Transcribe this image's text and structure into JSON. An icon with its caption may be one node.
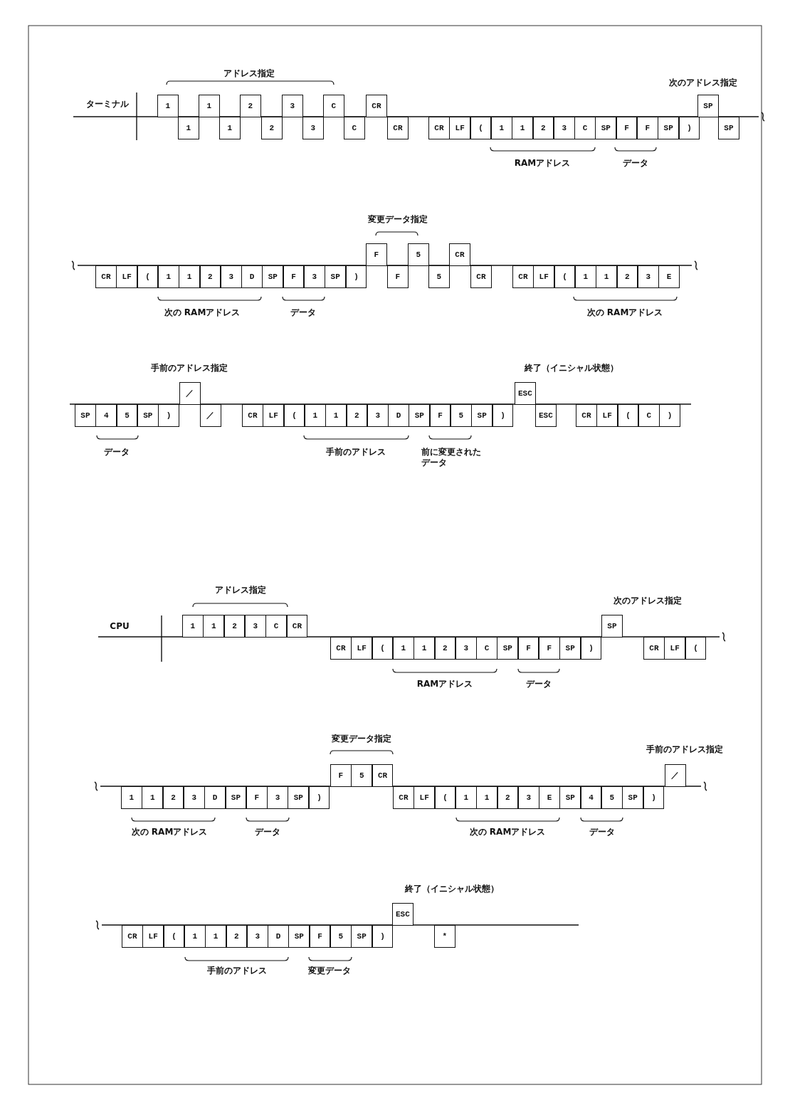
{
  "diagram": {
    "nodes": [
      {
        "text": [
          "1"
        ]
      },
      {
        "text": [
          "1"
        ]
      },
      {
        "text": [
          "1"
        ]
      },
      {
        "text": [
          "1"
        ]
      },
      {
        "text": [
          "2"
        ]
      },
      {
        "text": [
          "2"
        ]
      },
      {
        "text": [
          "3"
        ]
      },
      {
        "text": [
          "3"
        ]
      },
      {
        "text": [
          "C"
        ]
      },
      {
        "text": [
          "C"
        ]
      },
      {
        "text": [
          "CR"
        ]
      },
      {
        "text": [
          "CR"
        ]
      },
      {
        "text": [
          "CR"
        ]
      },
      {
        "text": [
          "LF"
        ]
      },
      {
        "text": [
          "("
        ]
      },
      {
        "text": [
          "1"
        ]
      },
      {
        "text": [
          "1"
        ]
      },
      {
        "text": [
          "2"
        ]
      },
      {
        "text": [
          "3"
        ]
      },
      {
        "text": [
          "C"
        ]
      },
      {
        "text": [
          "SP"
        ]
      },
      {
        "text": [
          "F"
        ]
      },
      {
        "text": [
          "F"
        ]
      },
      {
        "text": [
          "SP"
        ]
      },
      {
        "text": [
          ")"
        ]
      },
      {
        "text": [
          "SP"
        ]
      },
      {
        "text": [
          "SP"
        ]
      },
      {
        "text": [
          "CR"
        ]
      },
      {
        "text": [
          "LF"
        ]
      },
      {
        "text": [
          "("
        ]
      },
      {
        "text": [
          "1"
        ]
      },
      {
        "text": [
          "1"
        ]
      },
      {
        "text": [
          "2"
        ]
      },
      {
        "text": [
          "3"
        ]
      },
      {
        "text": [
          "D"
        ]
      },
      {
        "text": [
          "SP"
        ]
      },
      {
        "text": [
          "F"
        ]
      },
      {
        "text": [
          "3"
        ]
      },
      {
        "text": [
          "SP"
        ]
      },
      {
        "text": [
          ")"
        ]
      },
      {
        "text": [
          "F"
        ]
      },
      {
        "text": [
          "F"
        ]
      },
      {
        "text": [
          "5"
        ]
      },
      {
        "text": [
          "5"
        ]
      },
      {
        "text": [
          "CR"
        ]
      },
      {
        "text": [
          "CR"
        ]
      },
      {
        "text": [
          "CR"
        ]
      },
      {
        "text": [
          "LF"
        ]
      },
      {
        "text": [
          "("
        ]
      },
      {
        "text": [
          "1"
        ]
      },
      {
        "text": [
          "1"
        ]
      },
      {
        "text": [
          "2"
        ]
      },
      {
        "text": [
          "3"
        ]
      },
      {
        "text": [
          "E"
        ]
      },
      {
        "text": [
          "SP"
        ]
      },
      {
        "text": [
          "4"
        ]
      },
      {
        "text": [
          "5"
        ]
      },
      {
        "text": [
          "SP"
        ]
      },
      {
        "text": [
          ")"
        ]
      },
      {
        "text": [
          "／"
        ]
      },
      {
        "text": [
          "／"
        ]
      },
      {
        "text": [
          "CR"
        ]
      },
      {
        "text": [
          "LF"
        ]
      },
      {
        "text": [
          "("
        ]
      },
      {
        "text": [
          "1"
        ]
      },
      {
        "text": [
          "1"
        ]
      },
      {
        "text": [
          "2"
        ]
      },
      {
        "text": [
          "3"
        ]
      },
      {
        "text": [
          "D"
        ]
      },
      {
        "text": [
          "SP"
        ]
      },
      {
        "text": [
          "F"
        ]
      },
      {
        "text": [
          "5"
        ]
      },
      {
        "text": [
          "SP"
        ]
      },
      {
        "text": [
          ")"
        ]
      },
      {
        "text": [
          "ESC"
        ]
      },
      {
        "text": [
          "ESC"
        ]
      },
      {
        "text": [
          "CR"
        ]
      },
      {
        "text": [
          "LF"
        ]
      },
      {
        "text": [
          "("
        ]
      },
      {
        "text": [
          "C"
        ]
      },
      {
        "text": [
          ")"
        ]
      },
      {
        "text": [
          "1"
        ]
      },
      {
        "text": [
          "1"
        ]
      },
      {
        "text": [
          "2"
        ]
      },
      {
        "text": [
          "3"
        ]
      },
      {
        "text": [
          "C"
        ]
      },
      {
        "text": [
          "CR"
        ]
      },
      {
        "text": [
          "CR"
        ]
      },
      {
        "text": [
          "LF"
        ]
      },
      {
        "text": [
          "("
        ]
      },
      {
        "text": [
          "1"
        ]
      },
      {
        "text": [
          "1"
        ]
      },
      {
        "text": [
          "2"
        ]
      },
      {
        "text": [
          "3"
        ]
      },
      {
        "text": [
          "C"
        ]
      },
      {
        "text": [
          "SP"
        ]
      },
      {
        "text": [
          "F"
        ]
      },
      {
        "text": [
          "F"
        ]
      },
      {
        "text": [
          "SP"
        ]
      },
      {
        "text": [
          ")"
        ]
      },
      {
        "text": [
          "SP"
        ]
      },
      {
        "text": [
          "CR"
        ]
      },
      {
        "text": [
          "LF"
        ]
      },
      {
        "text": [
          "("
        ]
      },
      {
        "text": [
          "1"
        ]
      },
      {
        "text": [
          "1"
        ]
      },
      {
        "text": [
          "2"
        ]
      },
      {
        "text": [
          "3"
        ]
      },
      {
        "text": [
          "D"
        ]
      },
      {
        "text": [
          "SP"
        ]
      },
      {
        "text": [
          "F"
        ]
      },
      {
        "text": [
          "3"
        ]
      },
      {
        "text": [
          "SP"
        ]
      },
      {
        "text": [
          ")"
        ]
      },
      {
        "text": [
          "F"
        ]
      },
      {
        "text": [
          "5"
        ]
      },
      {
        "text": [
          "CR"
        ]
      },
      {
        "text": [
          "CR"
        ]
      },
      {
        "text": [
          "LF"
        ]
      },
      {
        "text": [
          "("
        ]
      },
      {
        "text": [
          "1"
        ]
      },
      {
        "text": [
          "1"
        ]
      },
      {
        "text": [
          "2"
        ]
      },
      {
        "text": [
          "3"
        ]
      },
      {
        "text": [
          "E"
        ]
      },
      {
        "text": [
          "SP"
        ]
      },
      {
        "text": [
          "4"
        ]
      },
      {
        "text": [
          "5"
        ]
      },
      {
        "text": [
          "SP"
        ]
      },
      {
        "text": [
          ")"
        ]
      },
      {
        "text": [
          "／"
        ]
      },
      {
        "text": [
          "CR"
        ]
      },
      {
        "text": [
          "LF"
        ]
      },
      {
        "text": [
          "("
        ]
      },
      {
        "text": [
          "1"
        ]
      },
      {
        "text": [
          "1"
        ]
      },
      {
        "text": [
          "2"
        ]
      },
      {
        "text": [
          "3"
        ]
      },
      {
        "text": [
          "D"
        ]
      },
      {
        "text": [
          "SP"
        ]
      },
      {
        "text": [
          "F"
        ]
      },
      {
        "text": [
          "5"
        ]
      },
      {
        "text": [
          "SP"
        ]
      },
      {
        "text": [
          ")"
        ]
      },
      {
        "text": [
          "ESC"
        ]
      },
      {
        "text": [
          "*"
        ]
      }
    ],
    "labels": [
      "アドレス指定",
      "次のアドレス指定",
      "ターミナル",
      "RAMアドレス",
      "データ",
      "変更データ指定",
      "次の RAMアドレス",
      "データ",
      "次の RAMアドレス",
      "手前のアドレス指定",
      "終了（イニシャル状態）",
      "データ",
      "手前のアドレス",
      "前に変更されたデータ",
      "アドレス指定",
      "次のアドレス指定",
      "CPU",
      "RAMアドレス",
      "データ",
      "変更データ指定",
      "手前のアドレス指定",
      "次の RAMアドレス",
      "データ",
      "次の RAMアドレス",
      "データ",
      "終了（イニシャル状態）",
      "手前のアドレス",
      "変更データ"
    ]
  }
}
